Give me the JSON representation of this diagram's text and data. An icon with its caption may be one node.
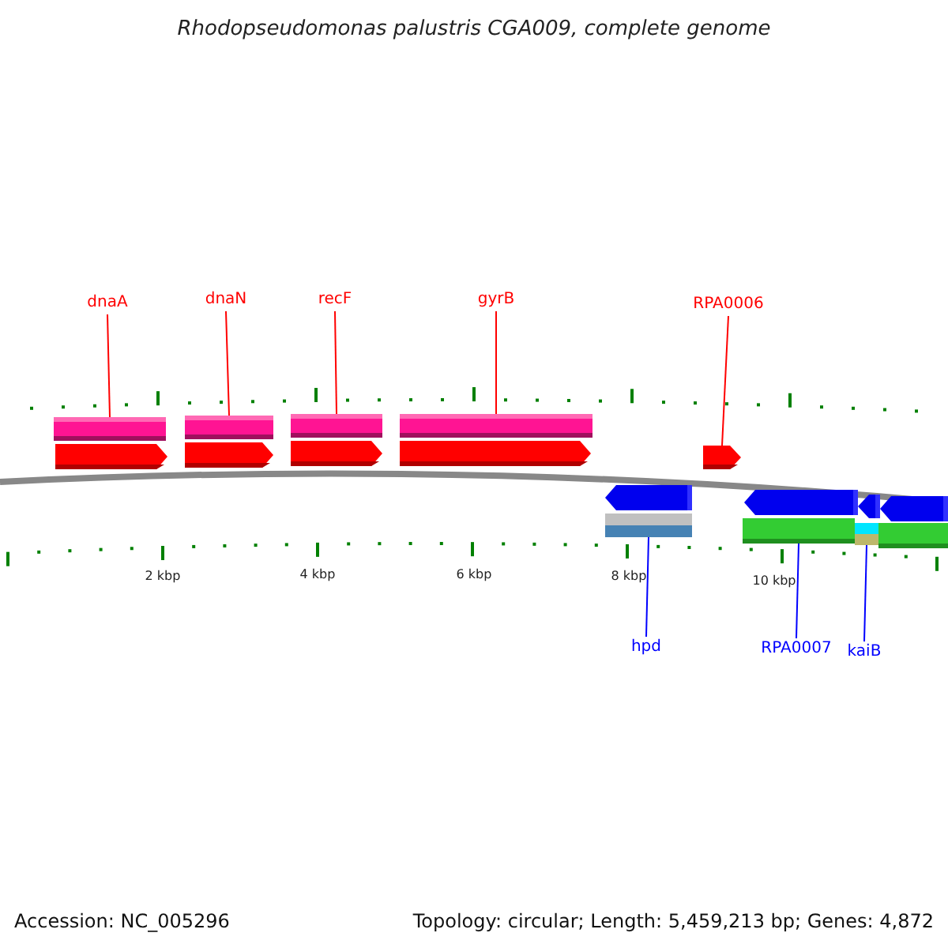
{
  "diagram": {
    "title": "Rhodopseudomonas palustris CGA009, complete genome",
    "nodes": [
      {
        "text": [
          "dnaA"
        ]
      },
      {
        "text": [
          "dnaN"
        ]
      },
      {
        "text": [
          "recF"
        ]
      },
      {
        "text": [
          "gyrB"
        ]
      },
      {
        "text": [
          "RPA0006"
        ]
      },
      {
        "text": [],
        "shape": "bar"
      },
      {
        "text": [],
        "shape": "bar"
      },
      {
        "text": [],
        "shape": "bar"
      },
      {
        "text": [],
        "shape": "bar"
      },
      {
        "text": [],
        "shape": "arrow"
      },
      {
        "text": [],
        "shape": "arrow"
      },
      {
        "text": [],
        "shape": "arrow"
      },
      {
        "text": [],
        "shape": "arrow"
      },
      {
        "text": [],
        "shape": "arrow"
      },
      {
        "text": [],
        "shape": "arrow"
      },
      {
        "text": [],
        "shape": "arrow"
      },
      {
        "text": [],
        "shape": "arrow"
      },
      {
        "text": [],
        "shape": "arrow"
      },
      {
        "text": [],
        "shape": "bar"
      },
      {
        "text": [],
        "shape": "bar"
      },
      {
        "text": [],
        "shape": "bar"
      },
      {
        "text": [],
        "shape": "bar"
      },
      {
        "text": [
          "hpd"
        ]
      },
      {
        "text": [
          "RPA0007"
        ]
      },
      {
        "text": [
          "kaiB"
        ]
      }
    ],
    "edges": [
      {
        "from": 0,
        "to": 5,
        "arrow": "none"
      },
      {
        "from": 1,
        "to": 6,
        "arrow": "none"
      },
      {
        "from": 2,
        "to": 7,
        "arrow": "none"
      },
      {
        "from": 3,
        "to": 8,
        "arrow": "none"
      },
      {
        "from": 4,
        "to": 13,
        "arrow": "none"
      },
      {
        "from": 22,
        "to": 18,
        "arrow": "none",
        "color": "#0000ff"
      },
      {
        "from": 23,
        "to": 19,
        "arrow": "none",
        "color": "#0000ff"
      },
      {
        "from": 24,
        "to": 20,
        "arrow": "none",
        "color": "#0000ff"
      }
    ],
    "labels": [
      "2 kbp",
      "4 kbp",
      "6 kbp",
      "8 kbp",
      "10 kbp",
      "Accession: NC_005296",
      "Topology: circular; Length: 5,459,213 bp; Genes: 4,872"
    ]
  }
}
